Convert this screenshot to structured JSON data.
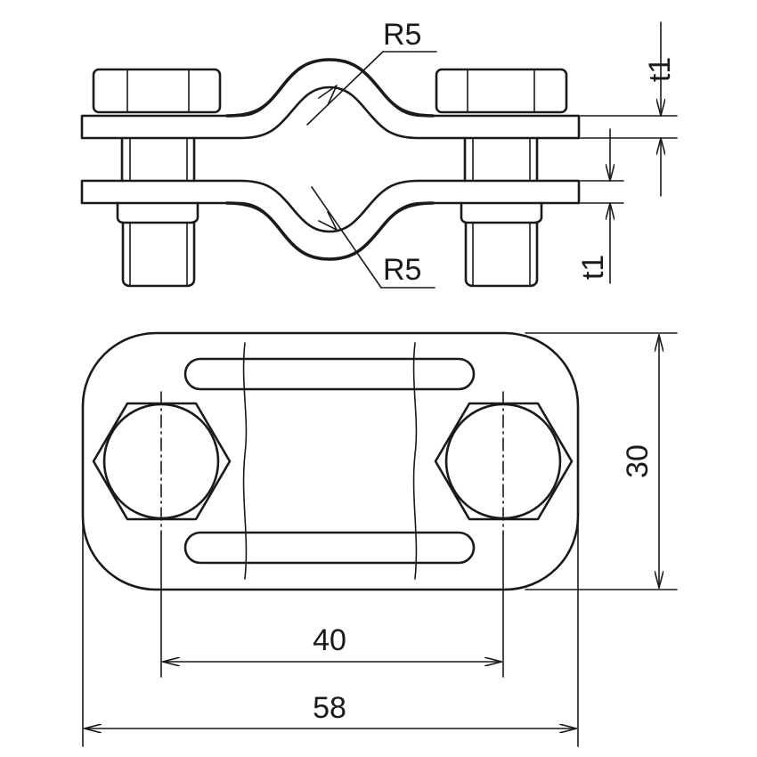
{
  "labels": {
    "radius_top": "R5",
    "radius_bottom": "R5",
    "thickness_top": "t1",
    "thickness_bottom": "t1",
    "height": "30",
    "bolt_spacing": "40",
    "overall_length": "58"
  }
}
